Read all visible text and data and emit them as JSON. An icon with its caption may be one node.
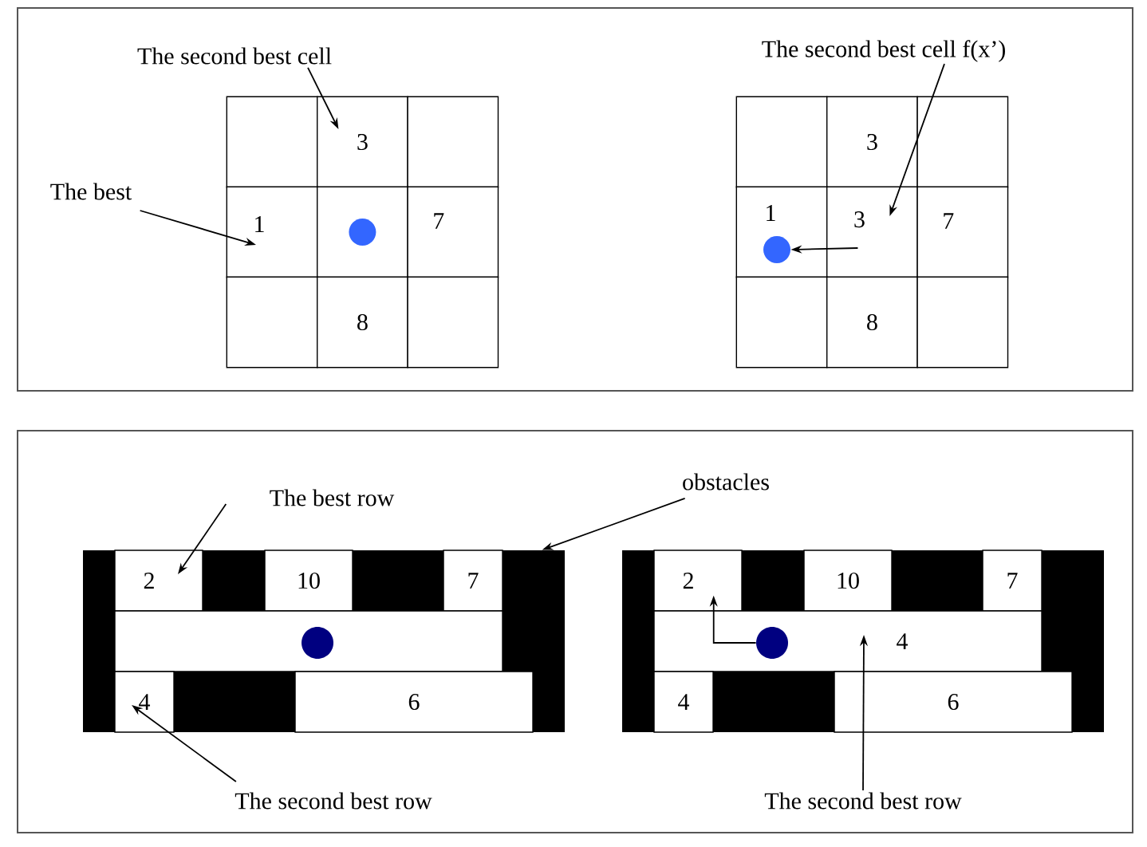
{
  "diagram": {
    "nodes": [
      {
        "text": [
          "The second best cell"
        ]
      },
      {
        "text": [
          "The best"
        ]
      },
      {
        "text": [],
        "shape": "box"
      },
      {
        "text": [
          "3"
        ]
      },
      {
        "text": [],
        "shape": "box"
      },
      {
        "text": [
          "1"
        ]
      },
      {
        "text": [],
        "shape": "box"
      },
      {
        "text": [
          "7"
        ]
      },
      {
        "text": [],
        "shape": "box"
      },
      {
        "text": [
          "8"
        ]
      },
      {
        "text": [],
        "shape": "box"
      },
      {
        "text": [],
        "shape": "circle",
        "in": 6
      },
      {
        "text": [
          "The second best cell f(x’)"
        ]
      },
      {
        "text": [],
        "shape": "box"
      },
      {
        "text": [
          "3"
        ]
      },
      {
        "text": [],
        "shape": "box"
      },
      {
        "text": [
          "1"
        ]
      },
      {
        "text": [
          "3"
        ]
      },
      {
        "text": [
          "7"
        ]
      },
      {
        "text": [],
        "shape": "box"
      },
      {
        "text": [
          "8"
        ]
      },
      {
        "text": [],
        "shape": "box"
      },
      {
        "text": [],
        "shape": "circle",
        "in": 16
      },
      {
        "text": [
          "The best row"
        ]
      },
      {
        "text": [
          "obstacles"
        ]
      },
      {
        "text": [
          "2"
        ]
      },
      {
        "text": [
          "10"
        ]
      },
      {
        "text": [
          "7"
        ]
      },
      {
        "text": [],
        "shape": "box"
      },
      {
        "text": [],
        "shape": "circle",
        "in": 28
      },
      {
        "text": [
          "4"
        ]
      },
      {
        "text": [
          "6"
        ]
      },
      {
        "text": [
          "The second best row"
        ]
      },
      {
        "text": [
          "2"
        ]
      },
      {
        "text": [
          "10"
        ]
      },
      {
        "text": [
          "7"
        ]
      },
      {
        "text": [
          "4"
        ]
      },
      {
        "text": [],
        "shape": "circle",
        "in": 36
      },
      {
        "text": [
          "4"
        ]
      },
      {
        "text": [
          "6"
        ]
      },
      {
        "text": [
          "The second best row"
        ]
      },
      {
        "text": [],
        "shape": "box"
      }
    ],
    "edges": [
      {
        "from": 0,
        "to": 3,
        "arrow": "to"
      },
      {
        "from": 1,
        "to": 5,
        "arrow": "to"
      },
      {
        "from": 12,
        "to": 17,
        "arrow": "to"
      },
      {
        "from": 17,
        "to": 22,
        "arrow": "to"
      },
      {
        "from": 23,
        "to": 25,
        "arrow": "to"
      },
      {
        "from": 24,
        "to": 41,
        "arrow": "to"
      },
      {
        "from": 32,
        "to": 30,
        "arrow": "to"
      },
      {
        "from": 37,
        "to": 33,
        "arrow": "to"
      },
      {
        "from": 40,
        "to": 36,
        "arrow": "to"
      }
    ]
  }
}
